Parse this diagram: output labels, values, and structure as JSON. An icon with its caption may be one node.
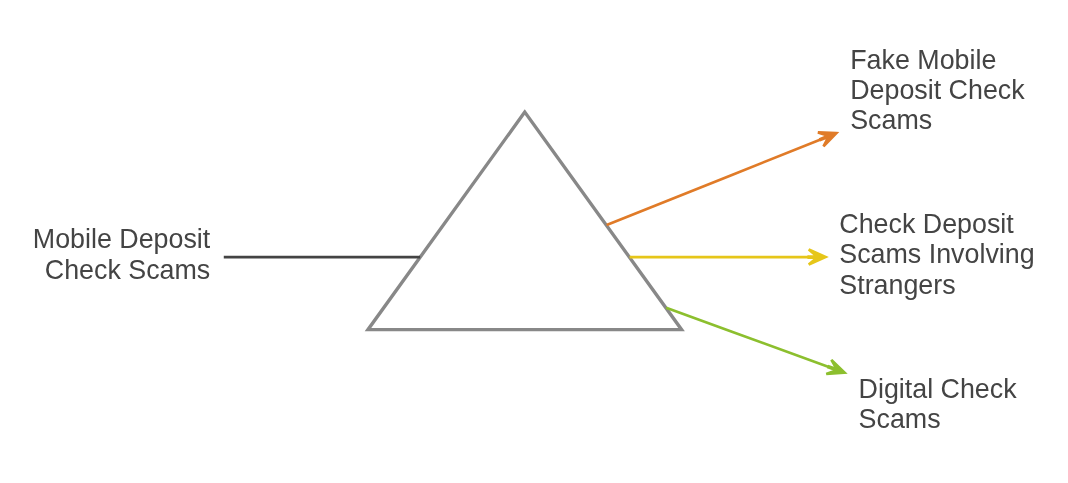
{
  "diagram": {
    "nodes": [
      {
        "text": [
          "Mobile Deposit Check Scams"
        ]
      },
      {
        "text": [],
        "shape": "triangle"
      },
      {
        "text": [
          "Fake Mobile Deposit Check Scams"
        ]
      },
      {
        "text": [
          "Check Deposit Scams Involving Strangers"
        ]
      },
      {
        "text": [
          "Digital Check Scams"
        ]
      }
    ],
    "edges": [
      {
        "from": 0,
        "to": 1,
        "arrow": "none",
        "color": "#444444"
      },
      {
        "from": 1,
        "to": 2,
        "arrow": "to",
        "color": "#e07b28"
      },
      {
        "from": 1,
        "to": 3,
        "arrow": "to",
        "color": "#e6c619"
      },
      {
        "from": 1,
        "to": 4,
        "arrow": "to",
        "color": "#8cbf2e"
      }
    ]
  }
}
